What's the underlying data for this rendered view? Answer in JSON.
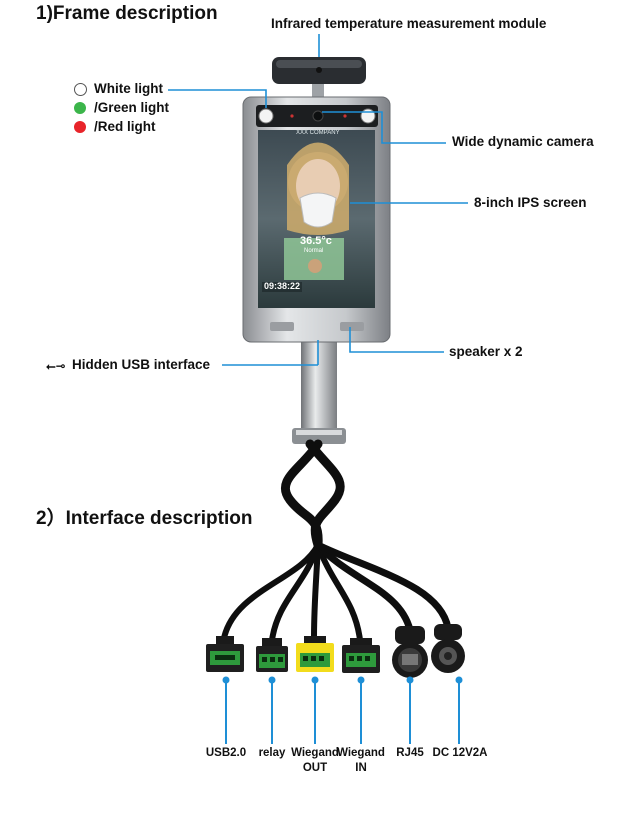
{
  "headings": {
    "frame": "1)Frame description",
    "interface": "2）Interface description"
  },
  "labels": {
    "infrared": "Infrared temperature measurement module",
    "white_light": "White light",
    "green_light": "/Green light",
    "red_light": "/Red light",
    "camera": "Wide dynamic camera",
    "screen": "8-inch IPS screen",
    "usb": "Hidden USB interface",
    "speaker": "speaker x 2"
  },
  "screen": {
    "company": "XXX COMPANY",
    "temperature": "36.5°c",
    "temp_status": "Normal",
    "time": "09:38:22"
  },
  "ports": [
    {
      "label": "USB2.0",
      "label2": ""
    },
    {
      "label": "relay",
      "label2": ""
    },
    {
      "label": "Wiegand",
      "label2": "OUT"
    },
    {
      "label": "Wiegand",
      "label2": "IN"
    },
    {
      "label": "RJ45",
      "label2": ""
    },
    {
      "label": "DC 12V2A",
      "label2": ""
    }
  ],
  "colors": {
    "leader": "#1e8fd6",
    "green_light": "#3bb54a",
    "red_light": "#e8242a",
    "wiegand_out": "#f2dc1c",
    "terminal_green": "#2e9a3c"
  }
}
